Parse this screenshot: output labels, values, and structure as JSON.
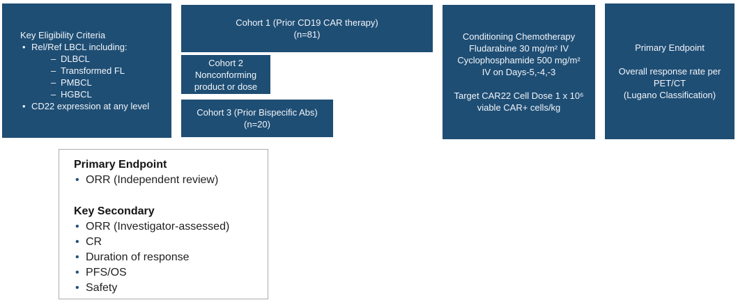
{
  "colors": {
    "box_background": "#1F4E74",
    "box_text": "#F1F5FA",
    "panel_border": "#ABABAB",
    "panel_text": "#212121",
    "panel_heading": "#141414",
    "panel_bullet": "#1F4E79",
    "page_background": "#FFFFFF"
  },
  "eligibility": {
    "title": "Key Eligibility Criteria",
    "item1": "Rel/Ref LBCL including:",
    "subitems": [
      "DLBCL",
      "Transformed FL",
      "PMBCL",
      "HGBCL"
    ],
    "item2": "CD22 expression at any level"
  },
  "cohort1": {
    "line1": "Cohort 1 (Prior CD19 CAR therapy)",
    "line2": "(n=81)"
  },
  "cohort2": {
    "line1": "Cohort 2",
    "line2": "Nonconforming",
    "line3": "product or dose"
  },
  "cohort3": {
    "line1": "Cohort 3 (Prior Bispecific Abs)",
    "line2": "(n=20)"
  },
  "conditioning": {
    "lines": [
      "Conditioning Chemotherapy",
      "Fludarabine 30 mg/m² IV",
      "Cyclophosphamide 500 mg/m²",
      "IV on Days-5,-4,-3",
      "Target CAR22 Cell Dose 1 x 10⁶",
      "viable CAR+ cells/kg"
    ]
  },
  "primary_box": {
    "lines": [
      "Primary Endpoint",
      "Overall response rate per",
      "PET/CT",
      "(Lugano Classification)"
    ]
  },
  "endpoints_panel": {
    "primary_heading": "Primary Endpoint",
    "primary_items": [
      "ORR (Independent review)"
    ],
    "secondary_heading": "Key Secondary",
    "secondary_items": [
      "ORR (Investigator-assessed)",
      "CR",
      "Duration of response",
      "PFS/OS",
      "Safety"
    ]
  }
}
